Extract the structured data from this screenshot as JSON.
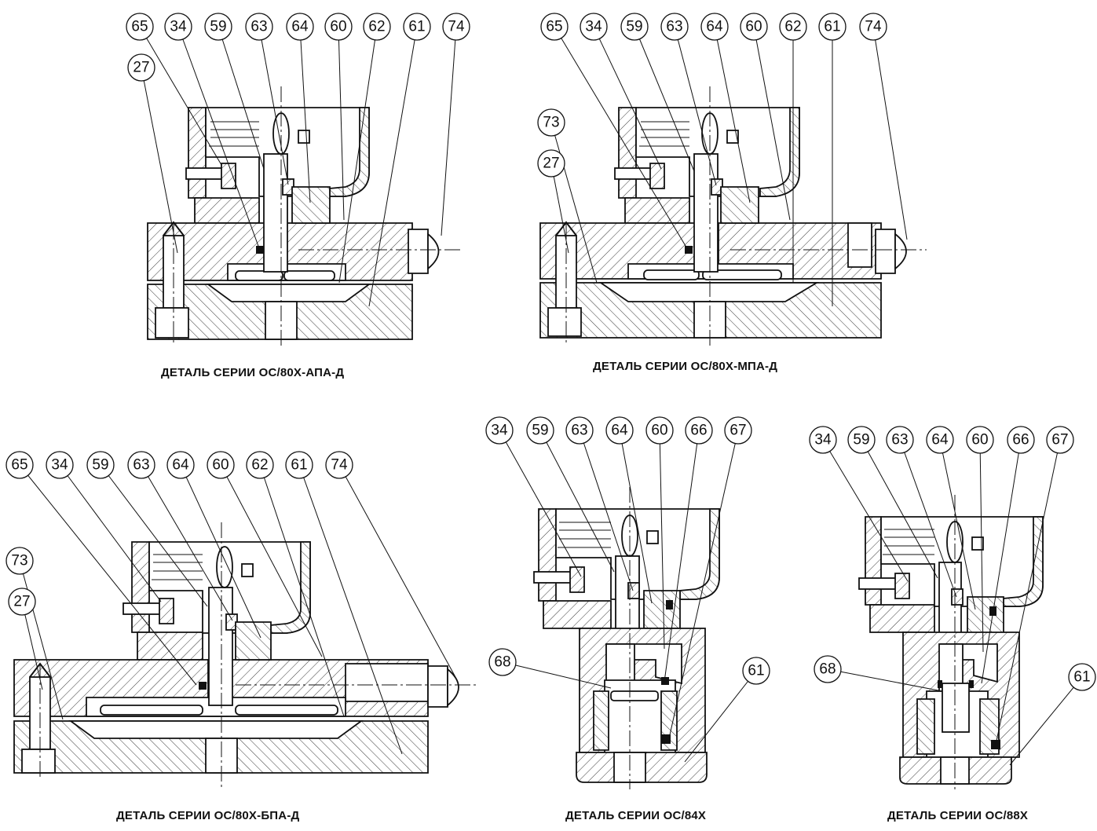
{
  "figures": [
    {
      "id": "fig1",
      "caption": "ДЕТАЛЬ СЕРИИ ОС/80Х-АПА-Д",
      "callouts": [
        "65",
        "34",
        "59",
        "63",
        "64",
        "60",
        "62",
        "61",
        "74",
        "27"
      ]
    },
    {
      "id": "fig2",
      "caption": "ДЕТАЛЬ СЕРИИ ОС/80Х-МПА-Д",
      "callouts": [
        "65",
        "34",
        "59",
        "63",
        "64",
        "60",
        "62",
        "61",
        "74",
        "73",
        "27"
      ]
    },
    {
      "id": "fig3",
      "caption": "ДЕТАЛЬ СЕРИИ ОС/80Х-БПА-Д",
      "callouts": [
        "65",
        "34",
        "59",
        "63",
        "64",
        "60",
        "62",
        "61",
        "74",
        "73",
        "27"
      ]
    },
    {
      "id": "fig4",
      "caption": "ДЕТАЛЬ СЕРИИ ОС/84Х",
      "callouts": [
        "34",
        "59",
        "63",
        "64",
        "60",
        "66",
        "67",
        "68",
        "61"
      ]
    },
    {
      "id": "fig5",
      "caption": "ДЕТАЛЬ СЕРИИ ОС/88Х",
      "callouts": [
        "34",
        "59",
        "63",
        "64",
        "60",
        "66",
        "67",
        "68",
        "61"
      ]
    }
  ],
  "colors": {
    "line": "#111111",
    "background": "#ffffff"
  },
  "hatch": "diagonal-45"
}
